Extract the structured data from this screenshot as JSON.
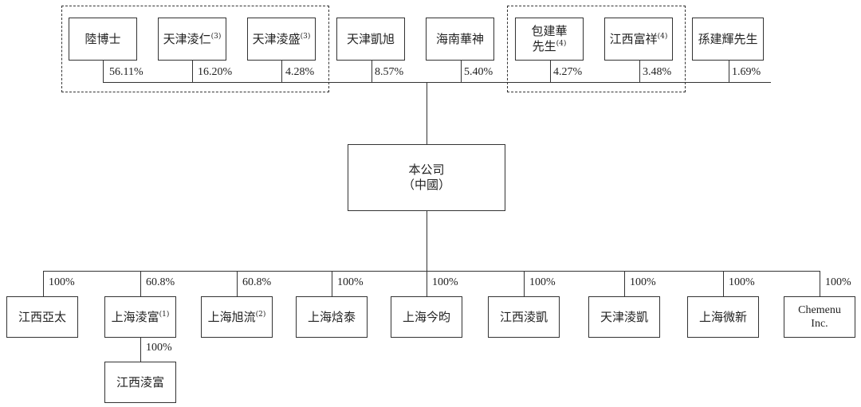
{
  "shareholders": [
    {
      "name": "陸博士",
      "note": "",
      "pct": "56.11%"
    },
    {
      "name": "天津淩仁",
      "note": "(3)",
      "pct": "16.20%"
    },
    {
      "name": "天津淩盛",
      "note": "(3)",
      "pct": "4.28%"
    },
    {
      "name": "天津凱旭",
      "note": "",
      "pct": "8.57%"
    },
    {
      "name": "海南華神",
      "note": "",
      "pct": "5.40%"
    },
    {
      "name_line1": "包建華",
      "name_line2": "先生",
      "note": "(4)",
      "pct": "4.27%"
    },
    {
      "name": "江西富祥",
      "note": "(4)",
      "pct": "3.48%"
    },
    {
      "name": "孫建輝先生",
      "note": "",
      "pct": "1.69%"
    }
  ],
  "company": {
    "line1": "本公司",
    "line2": "（中國）"
  },
  "subsidiaries": [
    {
      "name": "江西亞太",
      "note": "",
      "pct": "100%"
    },
    {
      "name": "上海淩富",
      "note": "(1)",
      "pct": "60.8%"
    },
    {
      "name": "上海旭流",
      "note": "(2)",
      "pct": "60.8%"
    },
    {
      "name": "上海焓泰",
      "note": "",
      "pct": "100%"
    },
    {
      "name": "上海今昀",
      "note": "",
      "pct": "100%"
    },
    {
      "name": "江西淩凱",
      "note": "",
      "pct": "100%"
    },
    {
      "name": "天津淩凱",
      "note": "",
      "pct": "100%"
    },
    {
      "name": "上海微新",
      "note": "",
      "pct": "100%"
    },
    {
      "name_line1": "Chemenu",
      "name_line2": "Inc.",
      "note": "",
      "pct": "100%"
    }
  ],
  "sub_subsidiary": {
    "name": "江西淩富",
    "pct": "100%"
  }
}
